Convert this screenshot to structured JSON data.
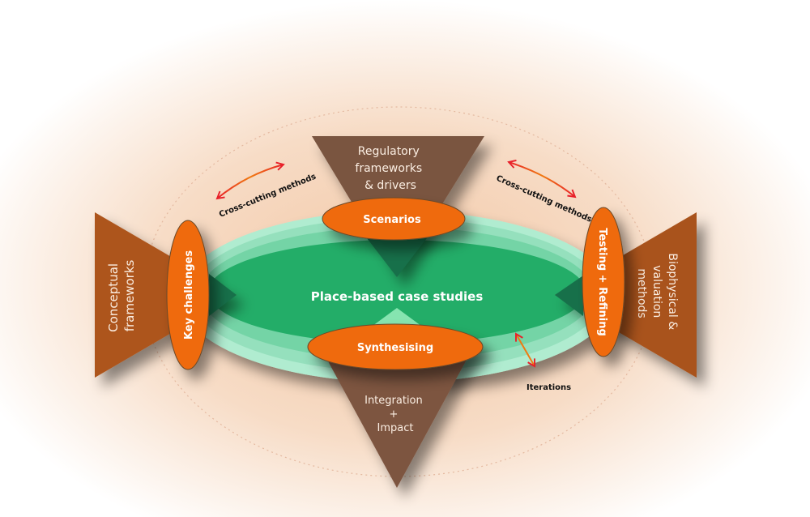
{
  "center": {
    "label": "Place-based case studies"
  },
  "top_triangle": {
    "lines": [
      "Regulatory",
      "frameworks",
      "& drivers"
    ]
  },
  "bottom_triangle": {
    "lines": [
      "Integration",
      "+",
      "Impact"
    ]
  },
  "left_triangle": {
    "lines": [
      "Conceptual",
      "frameworks"
    ]
  },
  "right_triangle": {
    "lines": [
      "Biophysical &",
      "valuation",
      "methods"
    ]
  },
  "ovals": {
    "top": "Scenarios",
    "bottom": "Synthesising",
    "left": "Key challenges",
    "right": "Testing + Refining"
  },
  "annotations": {
    "cross_left": "Cross-cutting methods",
    "cross_right": "Cross-cutting methods",
    "iterations": "Iterations"
  },
  "colors": {
    "orange": "#ef6a0a",
    "brown": "#7a5540",
    "side_brown": "#ad551c",
    "green": "#23ad68",
    "arrow_red": "#e8202a",
    "arrow_orange": "#f07a10"
  }
}
